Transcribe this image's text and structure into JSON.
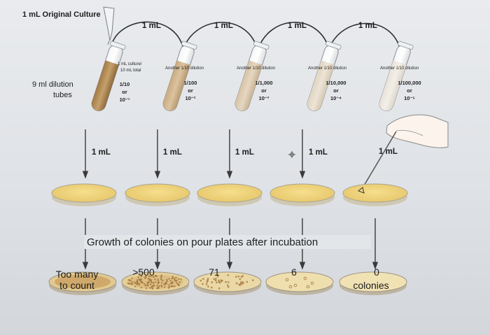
{
  "original_label": "1 mL Original Culture",
  "dilution_tubes_label": [
    "9 ml dilution",
    "tubes"
  ],
  "transfer_label": "1 mL",
  "tube1_note": [
    "1 mL culture/",
    "10 mL total"
  ],
  "another_label": "Another 1/10 dilution",
  "tube_fractions": [
    "1/10",
    "1/100",
    "1/1,000",
    "1/10,000",
    "1/100,000"
  ],
  "or_label": "or",
  "tube_powers": [
    "10⁻¹",
    "10⁻²",
    "10⁻³",
    "10⁻⁴",
    "10⁻⁵"
  ],
  "caption": "Growth of colonies on pour plates after incubation",
  "counts": [
    "Too many",
    "to count",
    ">500",
    "71",
    "6",
    "0",
    "colonies"
  ],
  "colors": {
    "background": "#e3e6e9",
    "culture": "#b9935e",
    "agar": "#ecd07a",
    "arrow": "#3a3a3a"
  }
}
